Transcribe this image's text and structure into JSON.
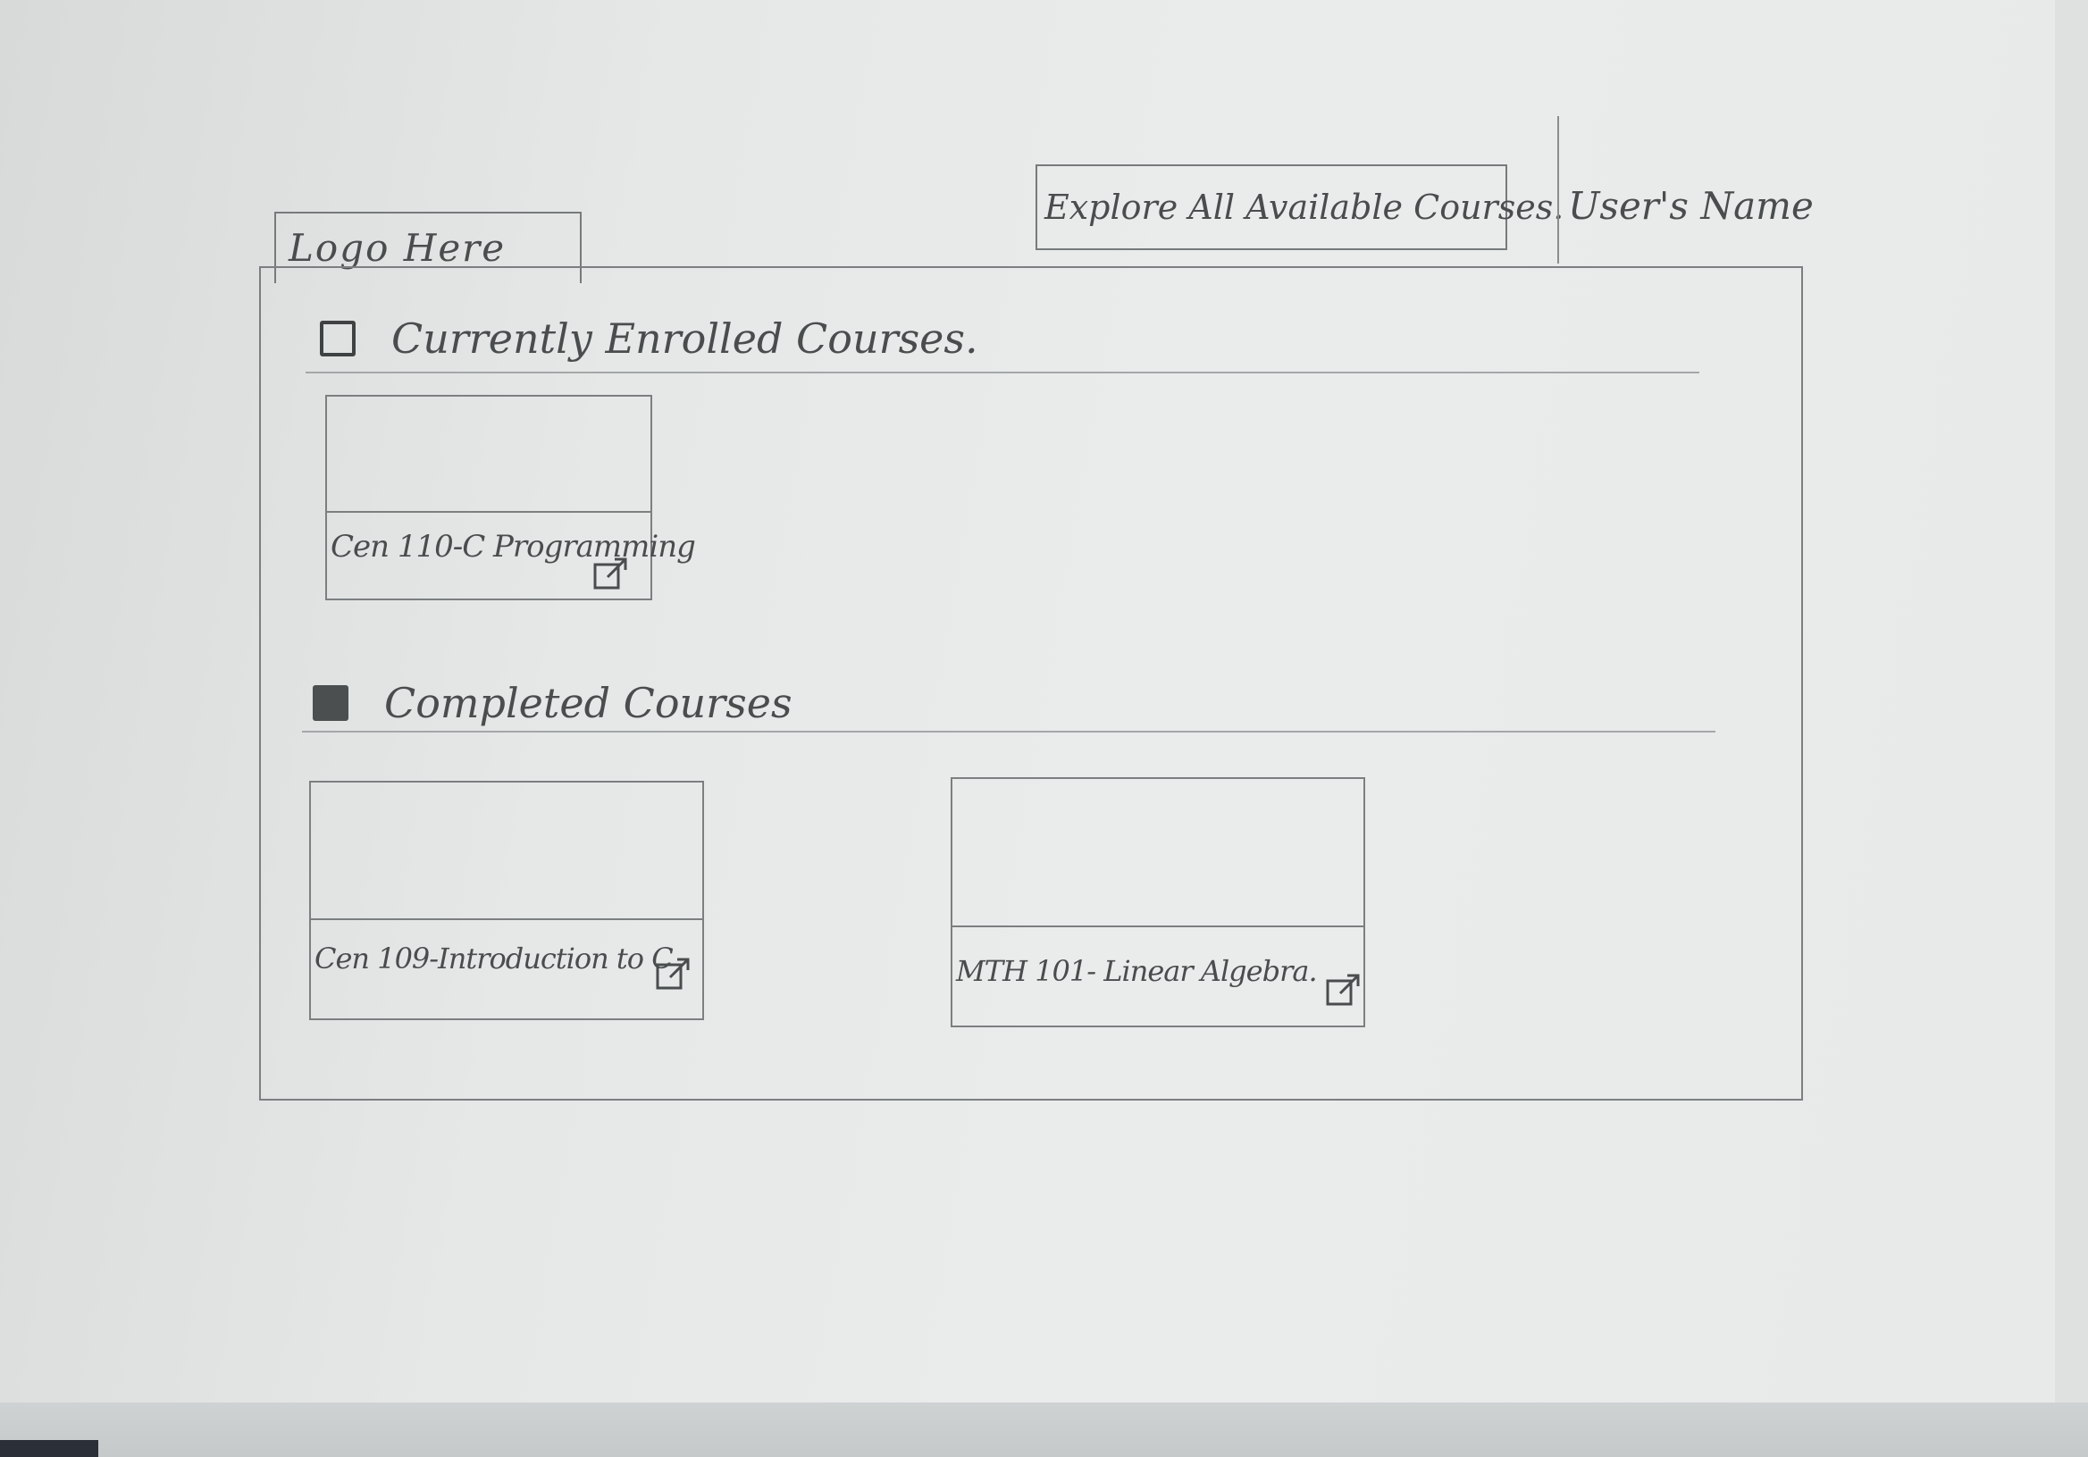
{
  "header": {
    "logo_text": "Logo Here",
    "explore_button_label": "Explore All Available Courses.",
    "user_name": "User's Name"
  },
  "sections": {
    "enrolled": {
      "title": "Currently Enrolled Courses.",
      "icon": "empty-square-icon",
      "courses": [
        {
          "title": "Cen 110-C Programming",
          "link_icon": "external-link-icon"
        }
      ]
    },
    "completed": {
      "title": "Completed Courses",
      "icon": "filled-square-icon",
      "courses": [
        {
          "title": "Cen 109-Introduction to C",
          "link_icon": "external-link-icon"
        },
        {
          "title": "MTH 101- Linear Algebra.",
          "link_icon": "external-link-icon"
        }
      ]
    }
  },
  "colors": {
    "pencil": "#4a4d4e",
    "paper": "#e8eaea"
  }
}
